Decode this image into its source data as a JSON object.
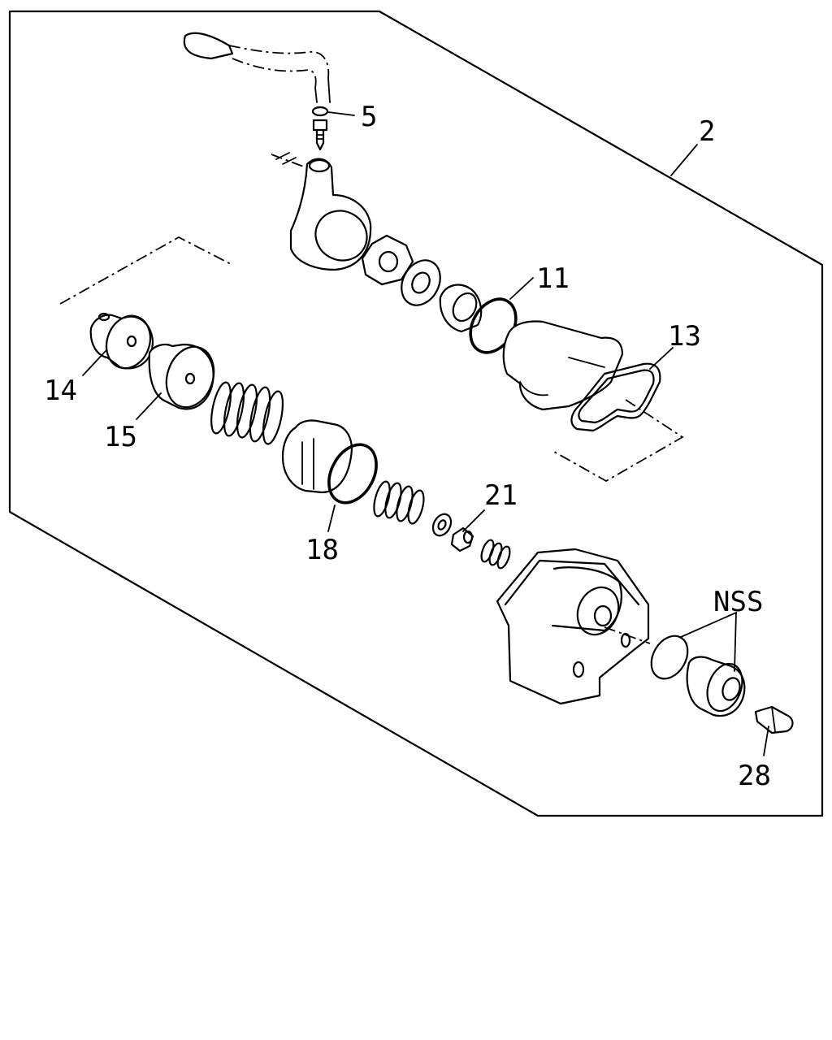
{
  "callouts": {
    "c2": "2",
    "c5": "5",
    "c11": "11",
    "c13": "13",
    "c14": "14",
    "c15": "15",
    "c18": "18",
    "c21": "21",
    "nss": "NSS",
    "c28": "28"
  }
}
